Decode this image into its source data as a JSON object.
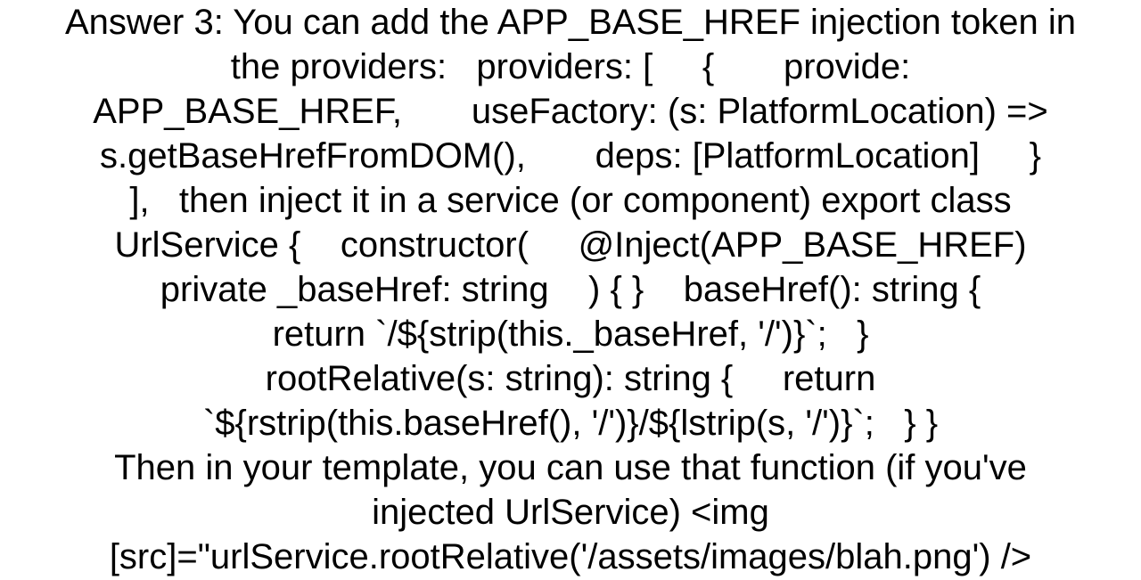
{
  "answer": {
    "lines": [
      "Answer 3: You can add the APP_BASE_HREF injection token in",
      "the providers:   providers: [     {       provide:",
      "APP_BASE_HREF,       useFactory: (s: PlatformLocation) =>",
      "s.getBaseHrefFromDOM(),       deps: [PlatformLocation]     }",
      "],   then inject it in a service (or component) export class",
      "UrlService {    constructor(     @Inject(APP_BASE_HREF)",
      "private _baseHref: string    ) { }    baseHref(): string {",
      "return `/${strip(this._baseHref, '/')}`;   }",
      "rootRelative(s: string): string {     return",
      "`${rstrip(this.baseHref(), '/')}/${lstrip(s, '/')}`;   } }",
      "Then in your template, you can use that function (if you've",
      "injected UrlService) <img",
      "[src]=\"urlService.rootRelative('/assets/images/blah.png') />"
    ]
  }
}
